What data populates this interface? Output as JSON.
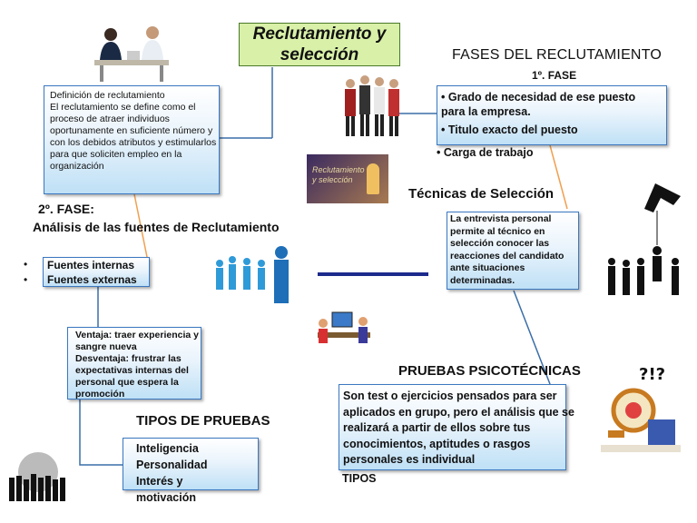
{
  "title_line1": "Reclutamiento y",
  "title_line2": "selección",
  "definition": {
    "heading": "Definición de reclutamiento",
    "lines": [
      "El reclutamiento se define como el",
      "proceso de atraer individuos",
      "oportunamente en suficiente número y",
      "con los debidos atributos y estimularlos",
      "para que soliciten empleo en la",
      "organización"
    ]
  },
  "fases": {
    "heading": "FASES DEL RECLUTAMIENTO",
    "first_phase": "1º. FASE",
    "items": [
      "• Grado de necesidad de ese puesto",
      "para la empresa.",
      "• Titulo exacto del puesto",
      "• Carga de trabajo"
    ]
  },
  "segunda_fase": {
    "line1": "2º. FASE:",
    "line2": "Análisis de las fuentes de Reclutamiento",
    "bullet": "•",
    "items": [
      "Fuentes internas",
      "Fuentes externas"
    ]
  },
  "ventaja": {
    "lines": [
      "Ventaja: traer experiencia y",
      "sangre nueva",
      "Desventaja: frustrar las",
      "expectativas internas  del",
      "personal que espera la",
      "promoción"
    ]
  },
  "tecnicas": {
    "heading": "Técnicas de Selección",
    "lines": [
      "La entrevista personal",
      "permite al técnico en",
      "selección conocer las",
      "reacciones del candidato",
      "ante situaciones",
      "determinadas."
    ]
  },
  "pruebas_psico": {
    "heading": "PRUEBAS PSICOTÉCNICAS",
    "lines": [
      "Son test o ejercicios pensados para ser",
      "aplicados en grupo, pero el análisis que se",
      "realizará a partir de ellos sobre tus",
      "conocimientos, aptitudes o rasgos",
      "personales es individual"
    ],
    "tipos": "TIPOS"
  },
  "tipos_pruebas": {
    "heading": "TIPOS DE PRUEBAS",
    "items": [
      "Inteligencia",
      "Personalidad",
      "Interés y motivación"
    ]
  },
  "logo_text": "Reclutamiento y selección",
  "colors": {
    "box_border": "#3b78c0",
    "connector_orange": "#f0a050",
    "connector_blue": "#3a6ea8",
    "divider": "#1c2a8c",
    "title_bg": "#d8f0a8"
  }
}
